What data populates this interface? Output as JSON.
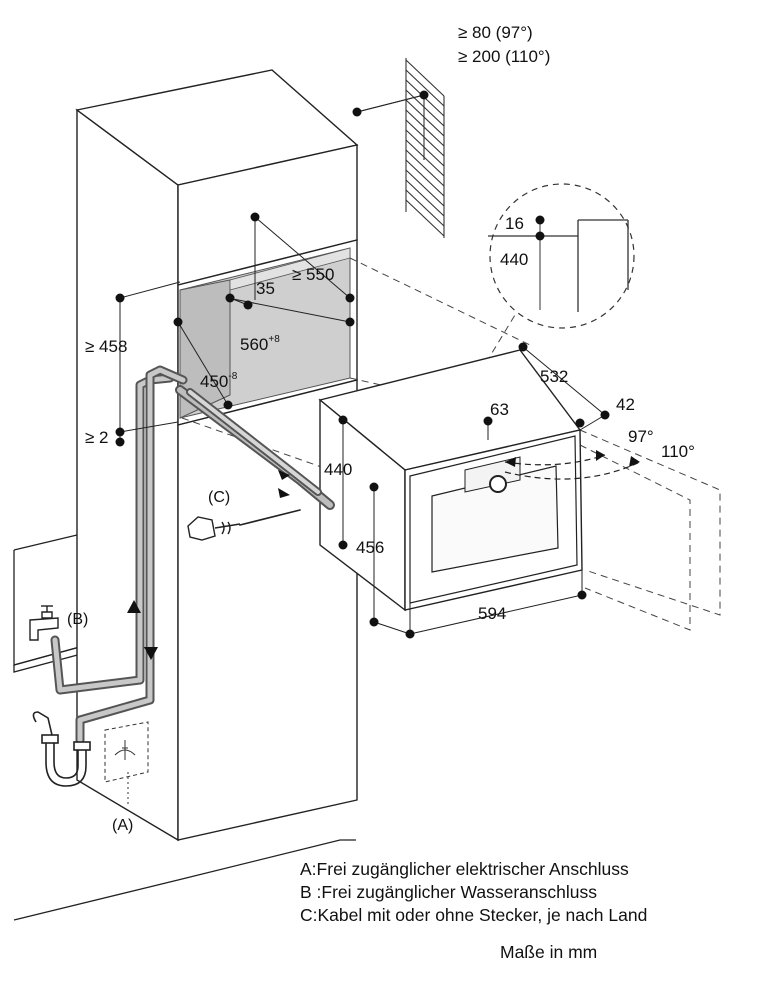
{
  "clearance_top": [
    "≥ 80 (97°)",
    "≥ 200 (110°)"
  ],
  "niche": {
    "dim_550": "≥ 550",
    "dim_35": "35",
    "dim_560": "560",
    "dim_560_tol": "+8",
    "dim_450": "450",
    "dim_450_tol": "-8",
    "dim_458": "≥ 458",
    "dim_2": "≥ 2"
  },
  "detail": {
    "dim_16": "16",
    "dim_440": "440"
  },
  "appliance": {
    "dim_532": "532",
    "dim_42": "42",
    "dim_63": "63",
    "dim_97": "97°",
    "dim_110": "110°",
    "dim_440": "440",
    "dim_456": "456",
    "dim_594": "594"
  },
  "callouts": {
    "a": "(A)",
    "b": "(B)",
    "c": "(C)"
  },
  "legend": [
    {
      "key": "A:",
      "text": "Frei zugänglicher elektrischer Anschluss"
    },
    {
      "key": "B :",
      "text": "Frei zugänglicher Wasseranschluss"
    },
    {
      "key": "C:",
      "text": "Kabel mit oder ohne Stecker, je nach Land"
    }
  ],
  "units_note": "Maße in mm"
}
